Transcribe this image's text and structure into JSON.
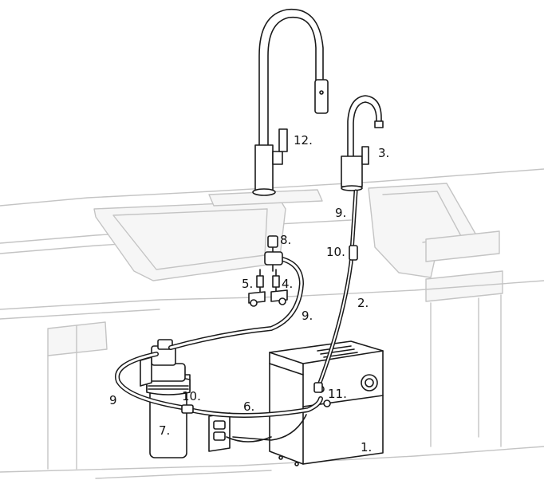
{
  "diagram": {
    "labels": [
      {
        "id": "twelve",
        "text": "12."
      },
      {
        "id": "three",
        "text": "3."
      },
      {
        "id": "nine_a",
        "text": "9."
      },
      {
        "id": "eight",
        "text": "8."
      },
      {
        "id": "ten_a",
        "text": "10."
      },
      {
        "id": "five",
        "text": "5."
      },
      {
        "id": "four",
        "text": "4."
      },
      {
        "id": "two",
        "text": "2."
      },
      {
        "id": "nine_b",
        "text": "9."
      },
      {
        "id": "nine_c",
        "text": "9"
      },
      {
        "id": "ten_b",
        "text": "10."
      },
      {
        "id": "six",
        "text": "6."
      },
      {
        "id": "eleven",
        "text": "11."
      },
      {
        "id": "seven",
        "text": "7."
      },
      {
        "id": "one",
        "text": "1."
      }
    ]
  }
}
